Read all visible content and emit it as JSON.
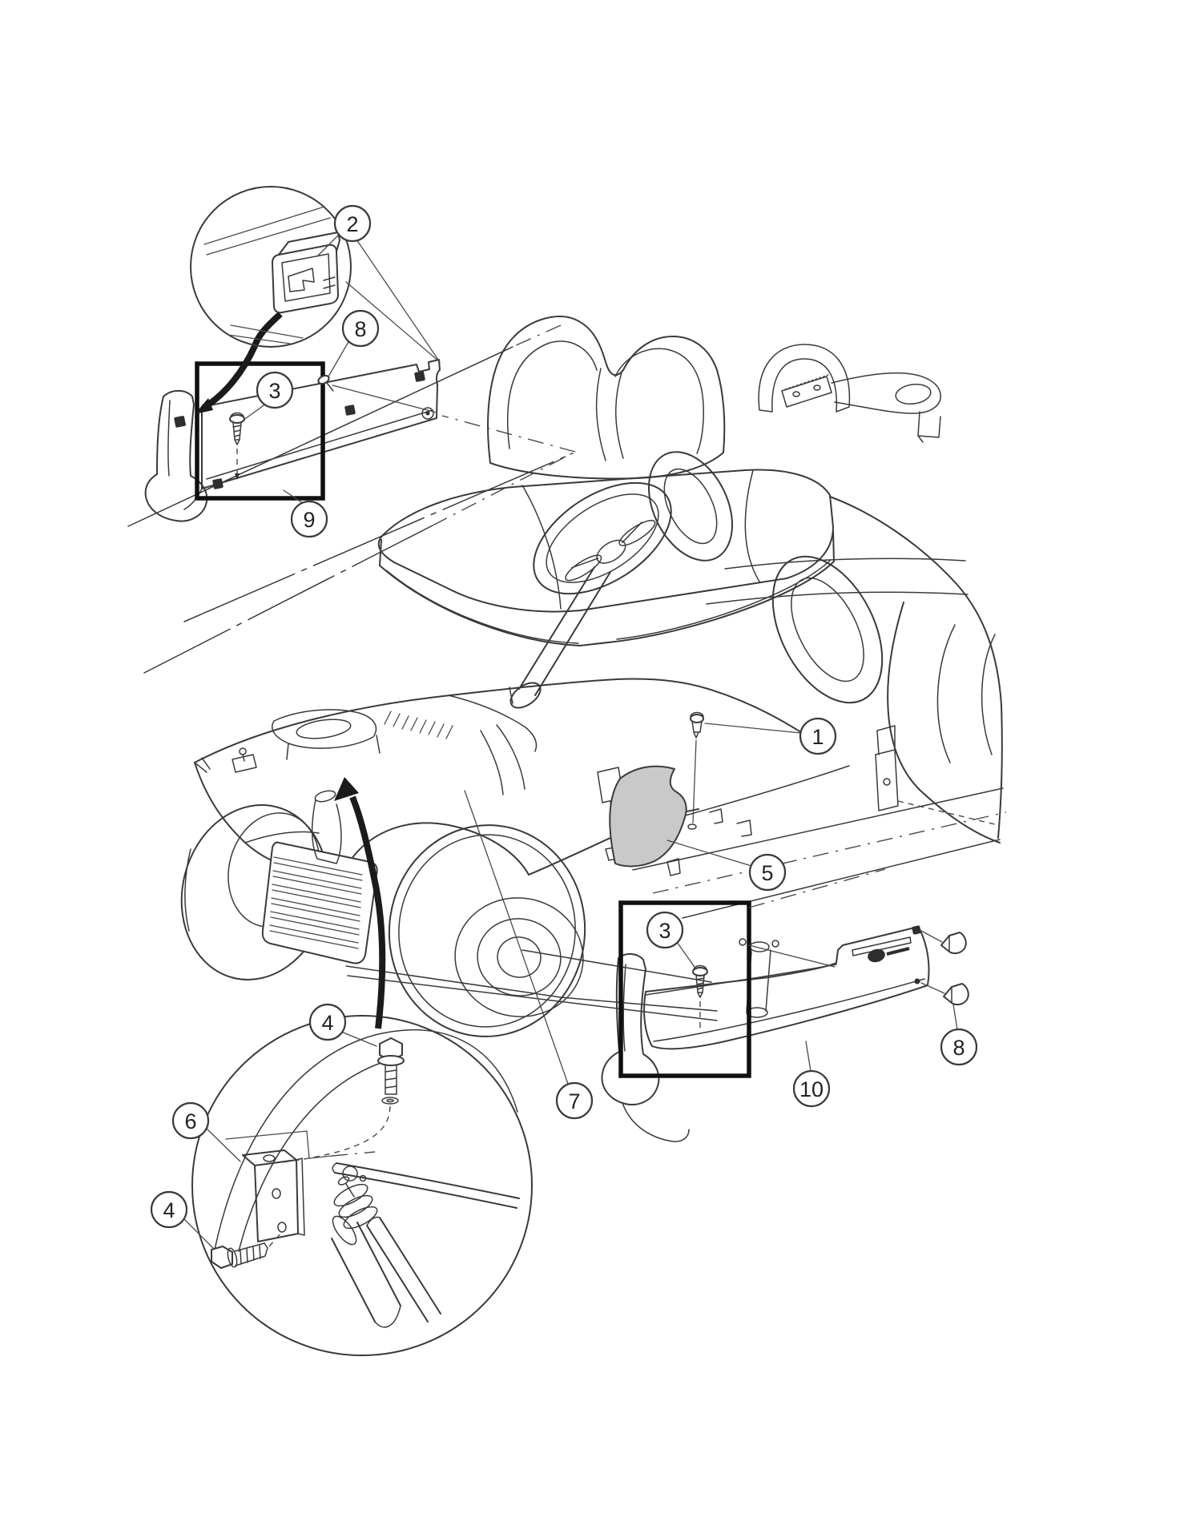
{
  "page": {
    "background": "#ffffff",
    "subject": "Exploded parts line-drawing of a golf cart showing rocker panels, mounting clips, screws and brackets"
  },
  "colors": {
    "line": "#3a3a3a",
    "highlight_box": "#101010",
    "panel_shade": "#c9c9c9",
    "callout_fill": "#ffffff",
    "arrow": "#1b1b1b"
  },
  "callouts": [
    {
      "label": "1"
    },
    {
      "label": "2"
    },
    {
      "label": "3"
    },
    {
      "label": "3"
    },
    {
      "label": "4"
    },
    {
      "label": "4"
    },
    {
      "label": "5"
    },
    {
      "label": "6"
    },
    {
      "label": "7"
    },
    {
      "label": "8"
    },
    {
      "label": "8"
    },
    {
      "label": "9"
    },
    {
      "label": "10"
    }
  ],
  "detail_views": [
    {
      "name": "clip-detail-circle",
      "shows": "retainer clip"
    },
    {
      "name": "bracket-detail-circle",
      "shows": "mounting bracket, bolts and shock absorber"
    }
  ],
  "highlight_boxes": [
    {
      "name": "left-rocker-box"
    },
    {
      "name": "right-rocker-box"
    }
  ]
}
